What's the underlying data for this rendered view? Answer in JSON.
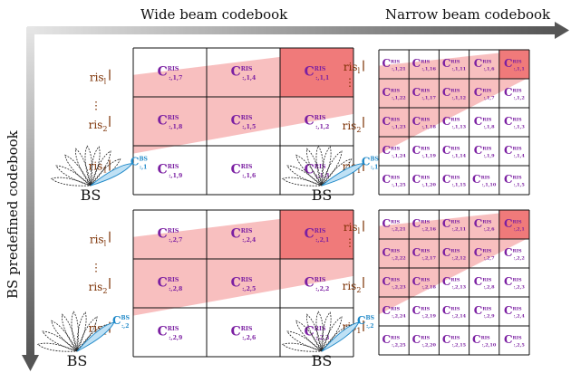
{
  "headers": {
    "wide": "Wide beam codebook",
    "narrow": "Narrow beam codebook",
    "left": "BS predefined codebook"
  },
  "labels": {
    "ris_l": "ris",
    "ris_l_sub": "l",
    "ris_2": "ris",
    "ris_2_sub": "2",
    "ris_1": "ris",
    "ris_1_sub": "1",
    "dots": "⋮",
    "bs": "BS"
  },
  "bs_codewords": {
    "top": {
      "main": "C",
      "sup": "BS",
      "sub": ":,1"
    },
    "bottom": {
      "main": "C",
      "sup": "BS",
      "sub": ":,2"
    }
  },
  "colors": {
    "beam": "#f7b8b8",
    "highlight": "#f07a7a",
    "cell_text": "#7b1fa2",
    "bs_beam": "#bfe1f5",
    "bs_text": "#1e88c8",
    "ris_text": "#7a2e00"
  },
  "grids": [
    {
      "cells": [
        [
          "C_{:,1,7}^{RIS}",
          "C_{:,1,4}^{RIS}",
          "C_{:,1,1}^{RIS}"
        ],
        [
          "C_{:,1,8}^{RIS}",
          "C_{:,1,5}^{RIS}",
          "C_{:,1,2}^{RIS}"
        ],
        [
          "C_{:,1,9}^{RIS}",
          "C_{:,1,6}^{RIS}",
          "C_{:,1,3}^{RIS}"
        ]
      ],
      "subs": [
        [
          ":,1,7",
          ":,1,4",
          ":,1,1"
        ],
        [
          ":,1,8",
          ":,1,5",
          ":,1,2"
        ],
        [
          ":,1,9",
          ":,1,6",
          ":,1,3"
        ]
      ],
      "highlight": [
        0,
        2
      ]
    },
    {
      "subs": [
        [
          ":,1,21",
          ":,1,16",
          ":,1,11",
          ":,1,6",
          ":,1,1"
        ],
        [
          ":,1,22",
          ":,1,17",
          ":,1,12",
          ":,1,7",
          ":,1,2"
        ],
        [
          ":,1,23",
          ":,1,18",
          ":,1,13",
          ":,1,8",
          ":,1,3"
        ],
        [
          ":,1,24",
          ":,1,19",
          ":,1,14",
          ":,1,9",
          ":,1,4"
        ],
        [
          ":,1,25",
          ":,1,20",
          ":,1,15",
          ":,1,10",
          ":,1,5"
        ]
      ],
      "highlight": [
        0,
        4
      ]
    },
    {
      "subs": [
        [
          ":,2,7",
          ":,2,4",
          ":,2,1"
        ],
        [
          ":,2,8",
          ":,2,5",
          ":,2,2"
        ],
        [
          ":,2,9",
          ":,2,6",
          ":,2,3"
        ]
      ],
      "highlight": [
        0,
        2
      ]
    },
    {
      "subs": [
        [
          ":,2,21",
          ":,2,16",
          ":,2,11",
          ":,2,6",
          ":,2,1"
        ],
        [
          ":,2,22",
          ":,2,17",
          ":,2,12",
          ":,2,7",
          ":,2,2"
        ],
        [
          ":,2,23",
          ":,2,18",
          ":,2,13",
          ":,2,8",
          ":,2,3"
        ],
        [
          ":,2,24",
          ":,2,19",
          ":,2,14",
          ":,2,9",
          ":,2,4"
        ],
        [
          ":,2,25",
          ":,2,20",
          ":,2,15",
          ":,2,10",
          ":,2,5"
        ]
      ],
      "highlight": [
        0,
        4
      ]
    }
  ],
  "cell_main": "C",
  "cell_sup": "RIS"
}
